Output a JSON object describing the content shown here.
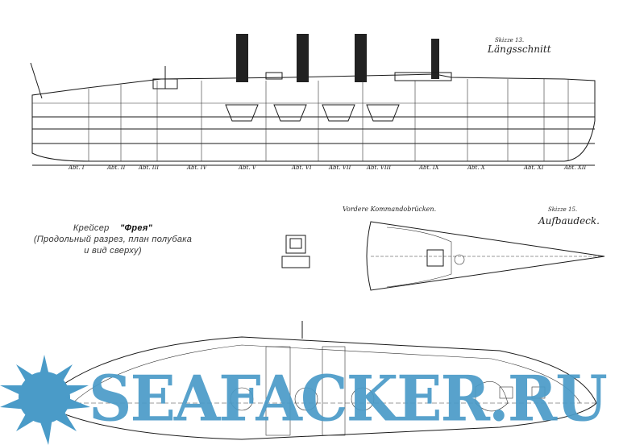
{
  "caption": {
    "line1_prefix": "Крейсер",
    "ship_name": "\"Фрея\"",
    "line2": "(Продольный разрез, план полубака",
    "line3": "и вид сверху)"
  },
  "longitudinal_section": {
    "sketch_no": "Skizze 13.",
    "title": "Längsschnitt",
    "compartments": [
      "Abt. I",
      "Abt. II",
      "Abt. III",
      "Abt. IV",
      "Abt. V",
      "Abt. VI",
      "Abt. VII",
      "Abt. VIII",
      "Abt. IX",
      "Abt. X",
      "Abt. XI",
      "Abt. XII"
    ]
  },
  "bridge_plan": {
    "title": "Vordere Kommandobrücken."
  },
  "upper_deck": {
    "sketch_no": "Skizze 15.",
    "title": "Aufbaudeck."
  },
  "watermark": "SEAFACKER.RU"
}
